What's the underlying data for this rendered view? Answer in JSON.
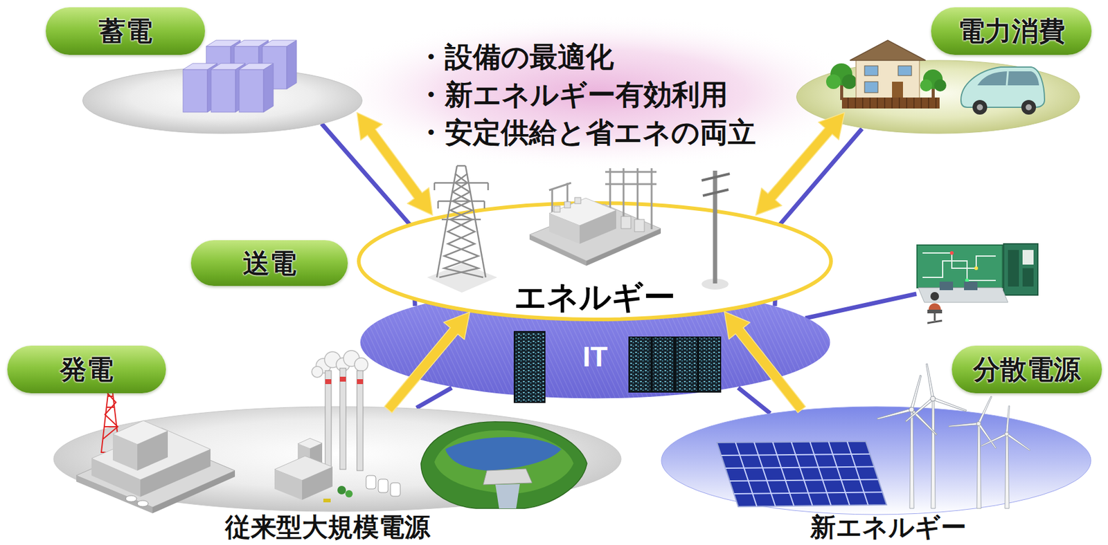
{
  "diagram": {
    "nodes": [
      {
        "text": [
          "蓄電"
        ]
      },
      {
        "text": [
          "電力消費"
        ]
      },
      {
        "text": [
          "送電"
        ]
      },
      {
        "text": [
          "エネルギー"
        ]
      },
      {
        "text": [
          "IT"
        ]
      },
      {
        "text": [
          "発電",
          "従来型大規模電源"
        ]
      },
      {
        "text": [
          "分散電源",
          "新エネルギー"
        ]
      }
    ],
    "edges": [
      {
        "from": 0,
        "to": 3,
        "arrow": "both"
      },
      {
        "from": 1,
        "to": 3,
        "arrow": "both"
      },
      {
        "from": 5,
        "to": 3,
        "arrow": "to"
      },
      {
        "from": 6,
        "to": 3,
        "arrow": "to"
      },
      {
        "from": 0,
        "to": 4,
        "arrow": "none"
      },
      {
        "from": 1,
        "to": 4,
        "arrow": "none"
      },
      {
        "from": 5,
        "to": 4,
        "arrow": "none"
      },
      {
        "from": 6,
        "to": 4,
        "arrow": "none"
      }
    ],
    "labels": [
      "・設備の最適化",
      "・新エネルギー有効利用",
      "・安定供給と省エネの両立"
    ]
  }
}
